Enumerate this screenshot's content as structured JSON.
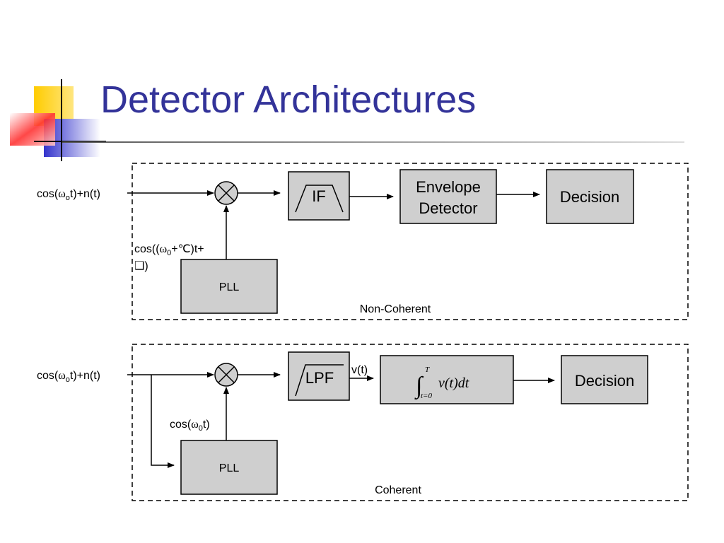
{
  "slide": {
    "title": "Detector Architectures",
    "colors": {
      "title": "#333399",
      "block_fill": "#cfcfcf",
      "deco_yellow": "#ffcc00",
      "deco_blue": "#3333cc",
      "deco_red": "#ff3333"
    }
  },
  "non_coherent": {
    "input": {
      "prefix": "cos(",
      "omega": "ω",
      "sub": "o",
      "suffix": "t)+n(t)"
    },
    "if_label": "IF",
    "envelope_line1": "Envelope",
    "envelope_line2": "Detector",
    "decision": "Decision",
    "pll": "PLL",
    "ref": {
      "prefix": "cos((",
      "omega": "ω",
      "sub": "0",
      "mid": "+℃)t+",
      "line2_glyph": "❑",
      "line2_suffix": ")"
    },
    "caption": "Non-Coherent"
  },
  "coherent": {
    "input": {
      "prefix": "cos(",
      "omega": "ω",
      "sub": "o",
      "suffix": "t)+n(t)"
    },
    "lpf_label": "LPF",
    "vt": "v(t)",
    "integrator": {
      "upper": "T",
      "lower": "t=0",
      "integrand": "v(t)dt"
    },
    "decision": "Decision",
    "pll": "PLL",
    "ref": {
      "prefix": "cos(",
      "omega": "ω",
      "sub": "0",
      "suffix": "t)"
    },
    "caption": "Coherent"
  }
}
